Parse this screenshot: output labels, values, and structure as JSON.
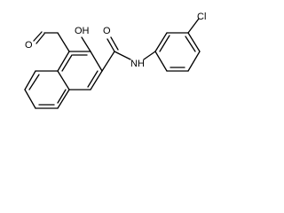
{
  "atom_labels": {
    "aldehyde_o": "O",
    "hydroxyl": "OH",
    "carbonyl_o": "O",
    "amide_nh": "N",
    "amide_h": "H",
    "chlorine": "Cl"
  },
  "colors": {
    "bond": "#000000",
    "label": "#000000",
    "background": "#ffffff"
  }
}
